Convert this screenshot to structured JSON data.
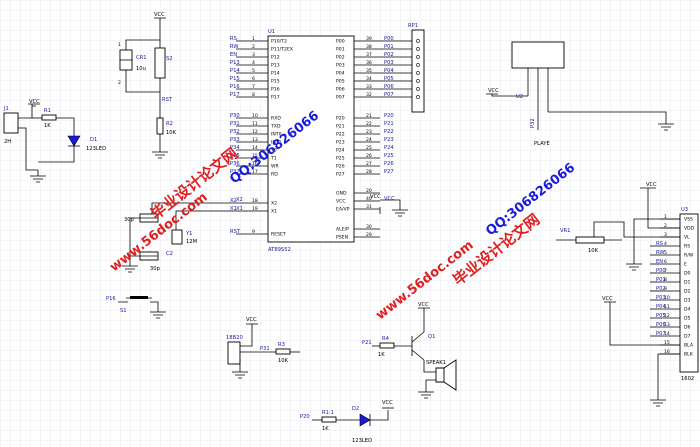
{
  "labels": {
    "vcc": "VCC",
    "j1": "J1",
    "j1_val": "2H",
    "r1": "R1",
    "r1_val": "1K",
    "d1": "D1",
    "d1_val": "123LED",
    "cr1": "CR1",
    "cr1_val": "10u",
    "s2": "S2",
    "rst": "RST",
    "r2": "R2",
    "r2_val": "10K",
    "u1": "U1",
    "u1_chip": "AT89S52",
    "rp1": "RP1",
    "u2": "U2",
    "p32": "P32",
    "player": "PLAYE",
    "u3": "U3",
    "u3_val": "1602",
    "vr1": "VR1",
    "vr1_val": "10K",
    "c1": "30p",
    "c2": "C2",
    "c3": "30p",
    "y1": "Y1",
    "y1_val": "12M",
    "x1": "X1",
    "x2": "X2",
    "p16": "P16",
    "s1": "S1",
    "ds18b20": "18B20",
    "p31": "P31",
    "r3": "R3",
    "r3_val": "10K",
    "p21": "P21",
    "r4": "R4",
    "r4_val": "1K",
    "q1": "Q1",
    "speak": "SPEAK1",
    "p20": "P20",
    "r5": "R1:1",
    "r5_val": "1K",
    "d2": "D2",
    "d2_val": "123LED",
    "gnd": "GND"
  },
  "u1_left_pins": [
    {
      "net": "RS",
      "num": "1",
      "name": "P10/T2"
    },
    {
      "net": "RW",
      "num": "2",
      "name": "P11/T2EX"
    },
    {
      "net": "EN",
      "num": "3",
      "name": "P12"
    },
    {
      "net": "P13",
      "num": "4",
      "name": "P13"
    },
    {
      "net": "P14",
      "num": "5",
      "name": "P14"
    },
    {
      "net": "P15",
      "num": "6",
      "name": "P15"
    },
    {
      "net": "P16",
      "num": "7",
      "name": "P16"
    },
    {
      "net": "P17",
      "num": "8",
      "name": "P17"
    },
    {
      "net": "P30",
      "num": "10",
      "name": "RXD"
    },
    {
      "net": "P31",
      "num": "11",
      "name": "TXD"
    },
    {
      "net": "P32",
      "num": "12",
      "name": "INT0"
    },
    {
      "net": "P33",
      "num": "13",
      "name": "INT1"
    },
    {
      "net": "P34",
      "num": "14",
      "name": "T0"
    },
    {
      "net": "P35",
      "num": "15",
      "name": "T1"
    },
    {
      "net": "P36",
      "num": "16",
      "name": "WR"
    },
    {
      "net": "P37",
      "num": "17",
      "name": "RD"
    },
    {
      "net": "X2",
      "num": "18",
      "name": "X2"
    },
    {
      "net": "X1",
      "num": "19",
      "name": "X1"
    },
    {
      "net": "RST",
      "num": "9",
      "name": "RESET"
    }
  ],
  "u1_right_pins": [
    {
      "name": "P00",
      "num": "39",
      "net": "P00"
    },
    {
      "name": "P01",
      "num": "38",
      "net": "P01"
    },
    {
      "name": "P02",
      "num": "37",
      "net": "P02"
    },
    {
      "name": "P03",
      "num": "36",
      "net": "P03"
    },
    {
      "name": "P04",
      "num": "35",
      "net": "P04"
    },
    {
      "name": "P05",
      "num": "34",
      "net": "P05"
    },
    {
      "name": "P06",
      "num": "33",
      "net": "P06"
    },
    {
      "name": "P07",
      "num": "32",
      "net": "P07"
    },
    {
      "name": "P20",
      "num": "21",
      "net": "P20"
    },
    {
      "name": "P21",
      "num": "22",
      "net": "P21"
    },
    {
      "name": "P22",
      "num": "23",
      "net": "P22"
    },
    {
      "name": "P23",
      "num": "24",
      "net": "P23"
    },
    {
      "name": "P24",
      "num": "25",
      "net": "P24"
    },
    {
      "name": "P25",
      "num": "26",
      "net": "P25"
    },
    {
      "name": "P26",
      "num": "27",
      "net": "P26"
    },
    {
      "name": "P27",
      "num": "28",
      "net": "P27"
    },
    {
      "name": "GND",
      "num": "20",
      "net": ""
    },
    {
      "name": "VCC",
      "num": "40",
      "net": "VCC"
    },
    {
      "name": "EA/VP",
      "num": "31",
      "net": ""
    },
    {
      "name": "ALE/P",
      "num": "30",
      "net": ""
    },
    {
      "name": "PSEN",
      "num": "29",
      "net": ""
    }
  ],
  "u3_pins": [
    {
      "num": "1",
      "name": "VSS"
    },
    {
      "num": "2",
      "name": "VDD"
    },
    {
      "num": "3",
      "name": "VL"
    },
    {
      "num": "4",
      "name": "RS"
    },
    {
      "num": "5",
      "name": "R/W"
    },
    {
      "num": "6",
      "name": "E"
    },
    {
      "num": "7",
      "name": "D0"
    },
    {
      "num": "8",
      "name": "D1"
    },
    {
      "num": "9",
      "name": "D2"
    },
    {
      "num": "10",
      "name": "D3"
    },
    {
      "num": "11",
      "name": "D4"
    },
    {
      "num": "12",
      "name": "D5"
    },
    {
      "num": "13",
      "name": "D6"
    },
    {
      "num": "14",
      "name": "D7"
    },
    {
      "num": "15",
      "name": "BLA"
    },
    {
      "num": "16",
      "name": "BLK"
    }
  ],
  "u3_nets": [
    "RS",
    "RW",
    "EN",
    "P00",
    "P01",
    "P02",
    "P03",
    "P04",
    "P05",
    "P06",
    "P07"
  ],
  "watermarks": {
    "cn_name": "毕业设计论文网",
    "site": "www.56doc.com",
    "qq": "QQ:306826066"
  }
}
